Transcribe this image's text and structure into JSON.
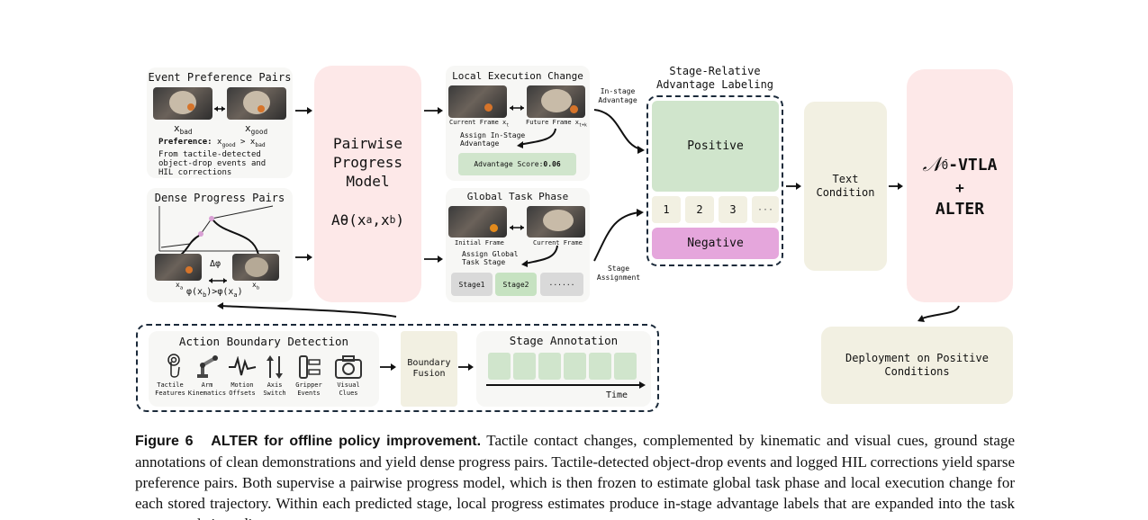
{
  "event_pref": {
    "title": "Event Preference Pairs",
    "x_bad": "x",
    "x_bad_sub": "bad",
    "x_good": "x",
    "x_good_sub": "good",
    "pref_label": "Preference:",
    "pref_expr": "x",
    "pref_good_sub": "good",
    "pref_gt": " > x",
    "pref_bad_sub": "bad",
    "desc": "From tactile-detected object-drop events and HIL corrections"
  },
  "dense_pairs": {
    "title": "Dense Progress Pairs",
    "delta": "Δφ",
    "xa": "x",
    "xa_sub": "a",
    "xb": "x",
    "xb_sub": "b",
    "ineq": "φ(x",
    "ineq_b": "b",
    "ineq_mid": ")>φ(x",
    "ineq_a": "a",
    "ineq_end": ")"
  },
  "pairwise": {
    "title": "Pairwise Progress Model",
    "func": "Aθ(x",
    "func_a": "a",
    "func_comma": ",x",
    "func_b": "b",
    "func_end": ")"
  },
  "local": {
    "title": "Local Execution Change",
    "current": "Current Frame x",
    "current_sub": "t",
    "future": "Future Frame x",
    "future_sub": "t+k",
    "assign": "Assign In-Stage Advantage",
    "score_label": "Advantage Score: ",
    "score_value": "0.06"
  },
  "global": {
    "title": "Global Task Phase",
    "initial": "Initial Frame",
    "current": "Current Frame",
    "assign": "Assign Global Task Stage",
    "stages": [
      "Stage1",
      "Stage2",
      "······"
    ]
  },
  "arrows": {
    "in_stage": "In-stage Advantage",
    "stage_assign": "Stage Assignment"
  },
  "labeling": {
    "title": "Stage-Relative Advantage Labeling",
    "positive": "Positive",
    "bins": [
      "1",
      "2",
      "3",
      "···"
    ],
    "negative": "Negative"
  },
  "text_condition": "Text Condition",
  "model": {
    "name_prefix": "𝒩",
    "name_sub": "0",
    "name_suffix": "-VTLA",
    "plus": "+",
    "alter": "ALTER"
  },
  "deployment": "Deployment on Positive Conditions",
  "action_boundary": {
    "title": "Action Boundary Detection",
    "features": [
      "Tactile Features",
      "Arm Kinematics",
      "Motion Offsets",
      "Axis Switch",
      "Gripper Events",
      "Visual Clues"
    ]
  },
  "boundary_fusion": "Boundary Fusion",
  "stage_annotation": {
    "title": "Stage Annotation",
    "time": "Time"
  },
  "caption": {
    "label": "Figure 6   ALTER for offline policy improvement.",
    "text": "Tactile contact changes, complemented by kinematic and visual cues, ground stage annotations of clean demonstrations and yield dense progress pairs. Tactile-detected object-drop events and logged HIL corrections yield sparse preference pairs. Both supervise a pairwise progress model, which is then frozen to estimate global task phase and local execution change for each stored trajectory. Within each predicted stage, local progress estimates produce in-stage advantage labels that are expanded into the task conceptual signs discrete"
  },
  "colors": {
    "pink": "#fde8e8",
    "green": "#d0e5cc",
    "magenta": "#e5a6dc",
    "beige": "#f2f0e2",
    "grey": "#d9d9d9"
  }
}
